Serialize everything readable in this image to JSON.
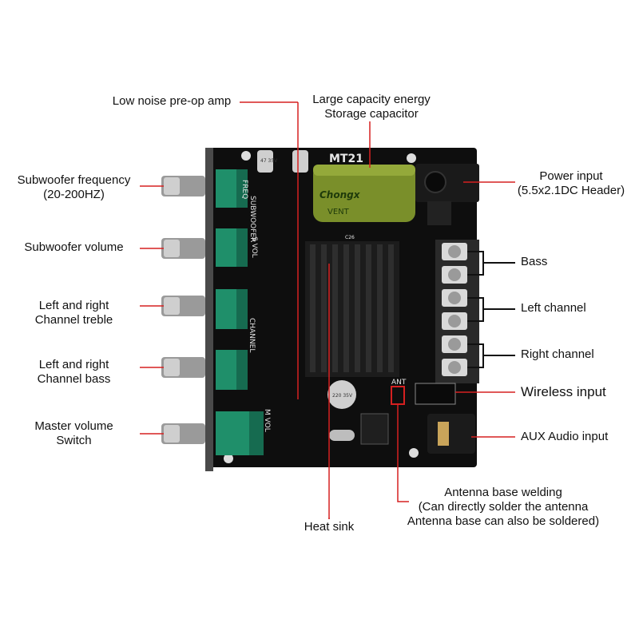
{
  "labels": {
    "preamp": "Low noise pre-op amp",
    "capacitor_line1": "Large capacity energy",
    "capacitor_line2": "Storage capacitor",
    "power_line1": "Power input",
    "power_line2": "(5.5x2.1DC Header)",
    "sub_freq_line1": "Subwoofer frequency",
    "sub_freq_line2": "(20-200HZ)",
    "sub_volume": "Subwoofer volume",
    "treble_line1": "Left and right",
    "treble_line2": "Channel treble",
    "bass_knob_line1": "Left and right",
    "bass_knob_line2": "Channel bass",
    "master_line1": "Master volume",
    "master_line2": "Switch",
    "bass_out": "Bass",
    "left_channel": "Left channel",
    "right_channel": "Right channel",
    "wireless": "Wireless input",
    "aux": "AUX Audio input",
    "antenna_line1": "Antenna base welding",
    "antenna_line2": "(Can directly solder the antenna",
    "antenna_line3": "Antenna base can also be soldered)",
    "heatsink": "Heat sink"
  },
  "pcb": {
    "model": "MT21",
    "silkscreen_freq": "FREQ",
    "silkscreen_subwoofer": "SUBWOOFER",
    "silkscreen_s_vol": "S VOL",
    "silkscreen_channel": "CHANNEL",
    "silkscreen_m_vol": "M VOL",
    "silkscreen_ant": "ANT",
    "cap_brand": "Chongx",
    "cap_vent": "VENT",
    "cap_small_1": "47 35V",
    "cap_small_2": "220 35V",
    "c26": "C26"
  },
  "colors": {
    "annotation_red": "#d62020",
    "pcb_black": "#111111",
    "pot_green": "#1f8f6a",
    "cap_green": "#7a8f2a",
    "terminal_gray": "#d9d9d9"
  }
}
